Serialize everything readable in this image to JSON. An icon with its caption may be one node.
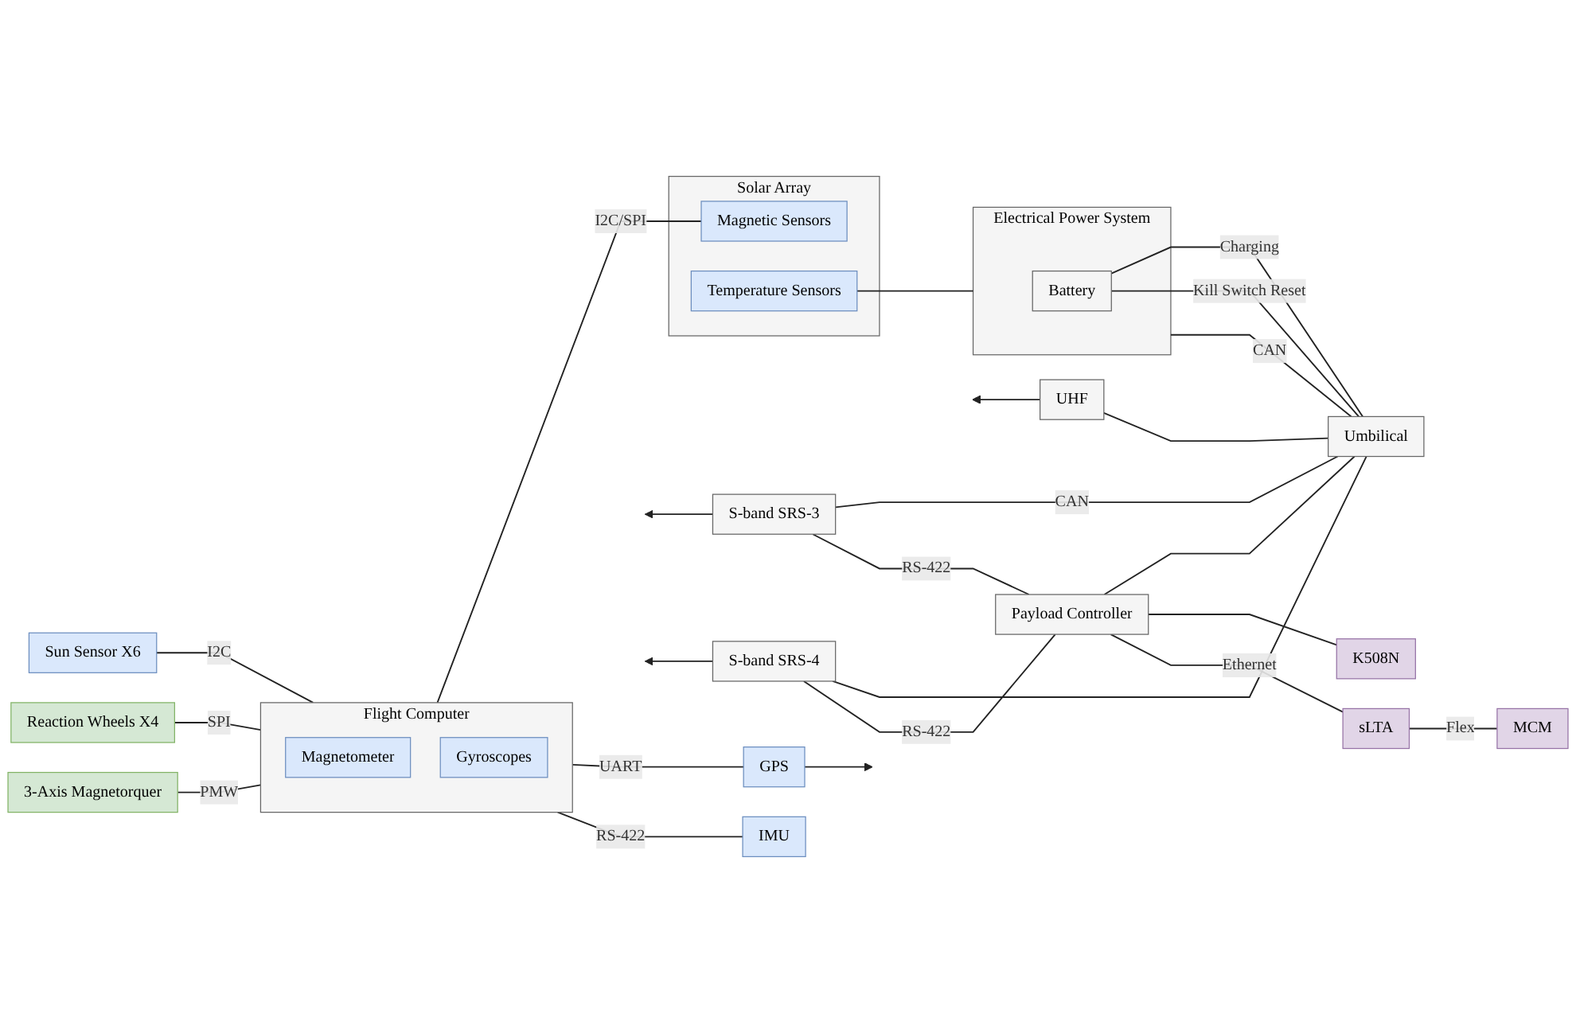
{
  "diagram": {
    "nodes": [
      {
        "text": [
          "Sun Sensor X6"
        ]
      },
      {
        "text": [
          "Reaction Wheels X4"
        ]
      },
      {
        "text": [
          "3-Axis Magnetorquer"
        ]
      },
      {
        "text": [
          "Solar Array"
        ]
      },
      {
        "text": [
          "Magnetic Sensors"
        ],
        "in": 3
      },
      {
        "text": [
          "Temperature Sensors"
        ],
        "in": 3
      },
      {
        "text": [
          "Flight Computer"
        ]
      },
      {
        "text": [
          "Magnetometer"
        ],
        "in": 6
      },
      {
        "text": [
          "Gyroscopes"
        ],
        "in": 6
      },
      {
        "text": [
          "GPS"
        ]
      },
      {
        "text": [
          "IMU"
        ]
      },
      {
        "text": [
          "UHF"
        ]
      },
      {
        "text": [
          "Electrical Power System"
        ]
      },
      {
        "text": [
          "Battery"
        ],
        "in": 12
      },
      {
        "text": [
          "S-band SRS-3"
        ]
      },
      {
        "text": [
          "Payload Controller"
        ]
      },
      {
        "text": [
          "K508N"
        ]
      },
      {
        "text": [
          "S-band SRS-4"
        ]
      },
      {
        "text": [
          "sLTA"
        ]
      },
      {
        "text": [
          "MCM"
        ]
      },
      {
        "text": [
          "Umbilical"
        ]
      }
    ],
    "edges": [
      {
        "from": 0,
        "to": 6,
        "arrow": "none",
        "label": "I2C"
      },
      {
        "from": 1,
        "to": 6,
        "arrow": "none",
        "label": "SPI"
      },
      {
        "from": 2,
        "to": 6,
        "arrow": "none",
        "label": "PMW"
      },
      {
        "from": 6,
        "to": 4,
        "arrow": "none",
        "label": "I2C/SPI"
      },
      {
        "from": 6,
        "to": 9,
        "arrow": "none",
        "label": "UART"
      },
      {
        "from": 6,
        "to": 10,
        "arrow": "none",
        "label": "RS-422"
      },
      {
        "from": 9,
        "to": null,
        "arrow": "to"
      },
      {
        "from": 5,
        "to": 12,
        "arrow": "none"
      },
      {
        "from": 11,
        "to": null,
        "arrow": "to"
      },
      {
        "from": 14,
        "to": null,
        "arrow": "to"
      },
      {
        "from": 17,
        "to": null,
        "arrow": "to"
      },
      {
        "from": 11,
        "to": 20,
        "arrow": "none"
      },
      {
        "from": 14,
        "to": 20,
        "arrow": "none",
        "label": "CAN"
      },
      {
        "from": 17,
        "to": 20,
        "arrow": "none"
      },
      {
        "from": 15,
        "to": 20,
        "arrow": "none"
      },
      {
        "from": 14,
        "to": 15,
        "arrow": "none",
        "label": "RS-422"
      },
      {
        "from": 17,
        "to": 15,
        "arrow": "none",
        "label": "RS-422"
      },
      {
        "from": 15,
        "to": 16,
        "arrow": "none"
      },
      {
        "from": 15,
        "to": 18,
        "arrow": "none",
        "label": "Ethernet"
      },
      {
        "from": 18,
        "to": 19,
        "arrow": "none",
        "label": "Flex"
      },
      {
        "from": 12,
        "to": 20,
        "arrow": "none",
        "label": "CAN"
      },
      {
        "from": 13,
        "to": 20,
        "arrow": "none",
        "label": "Charging"
      },
      {
        "from": 13,
        "to": 20,
        "arrow": "none",
        "label": "Kill Switch Reset"
      }
    ]
  }
}
